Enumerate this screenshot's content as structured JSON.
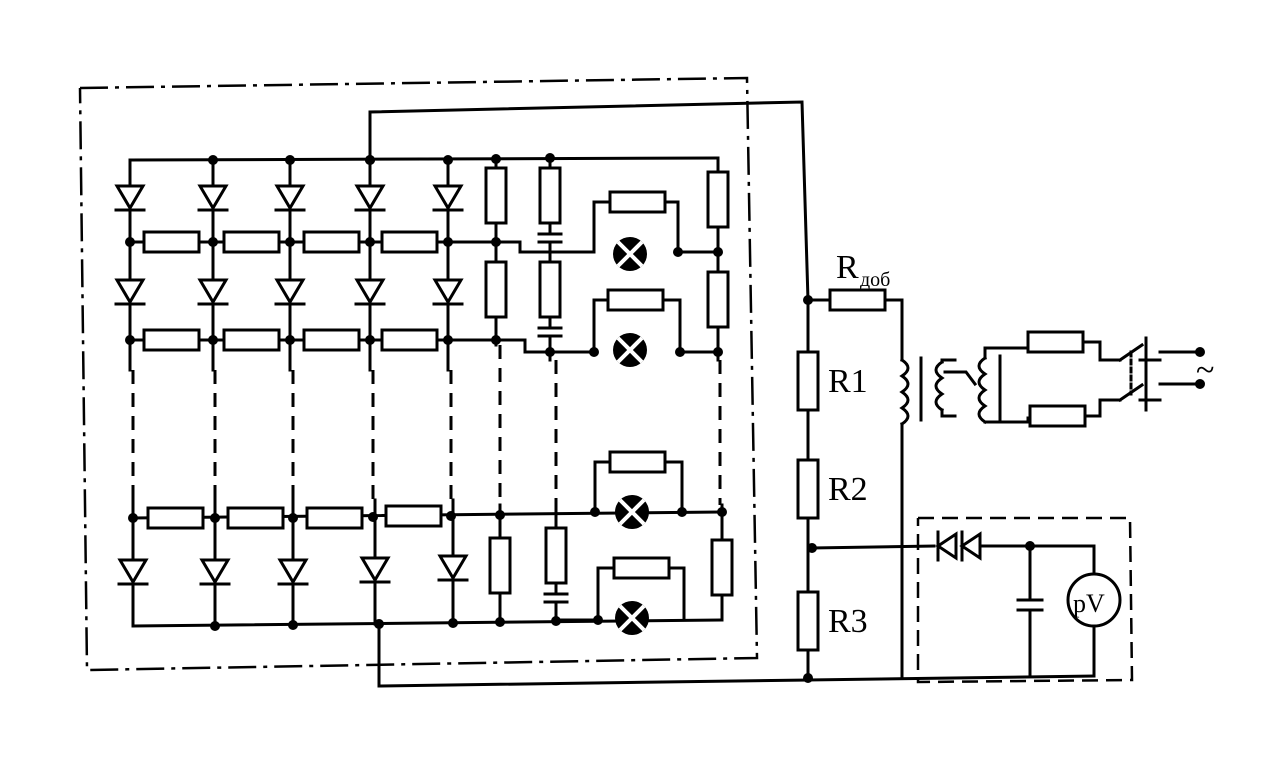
{
  "diagram": {
    "labels": {
      "r_add_main": "R",
      "r_add_sub": "доб",
      "r1": "R1",
      "r2": "R2",
      "r3": "R3",
      "voltmeter": "pV",
      "ac_source": "~"
    },
    "colors": {
      "ink": "#000000",
      "paper": "#ffffff"
    }
  }
}
